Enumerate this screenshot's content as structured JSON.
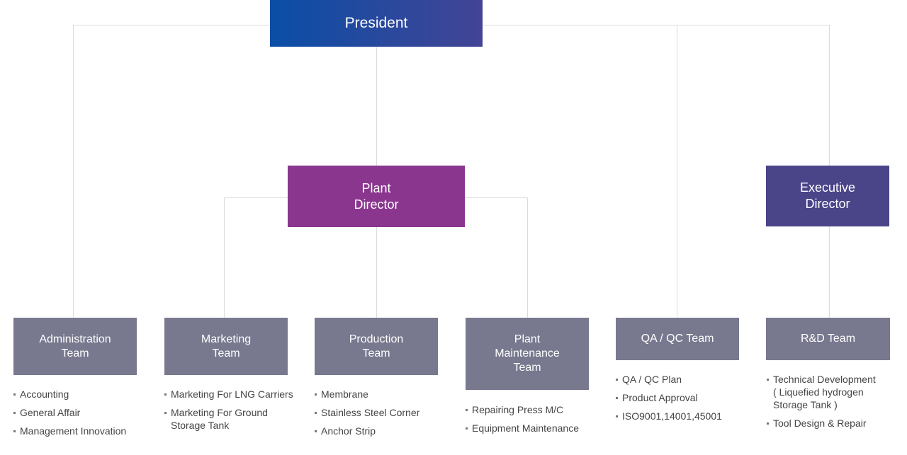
{
  "president": {
    "label": "President"
  },
  "plant_director": {
    "label": "Plant\nDirector"
  },
  "executive_director": {
    "label": "Executive\nDirector"
  },
  "teams": [
    {
      "label": "Administration\nTeam",
      "items": [
        "Accounting",
        "General Affair",
        "Management Innovation"
      ]
    },
    {
      "label": "Marketing\nTeam",
      "items": [
        "Marketing For LNG Carriers",
        "Marketing For Ground\nStorage Tank"
      ]
    },
    {
      "label": "Production\nTeam",
      "items": [
        "Membrane",
        "Stainless Steel Corner",
        "Anchor Strip"
      ]
    },
    {
      "label": "Plant\nMaintenance\nTeam",
      "items": [
        "Repairing Press M/C",
        "Equipment Maintenance"
      ]
    },
    {
      "label": "QA / QC Team",
      "items": [
        "QA / QC Plan",
        "Product Approval",
        "ISO9001,14001,45001"
      ]
    },
    {
      "label": "R&D Team",
      "items": [
        "Technical Development\n( Liquefied hydrogen\nStorage Tank )",
        "Tool Design & Repair"
      ]
    }
  ],
  "colors": {
    "president_gradient_start": "#0a4ea6",
    "president_gradient_end": "#434495",
    "plant_director": "#8a368f",
    "executive_director": "#4a4489",
    "team": "#78798f",
    "connector": "#dcdcdc"
  }
}
